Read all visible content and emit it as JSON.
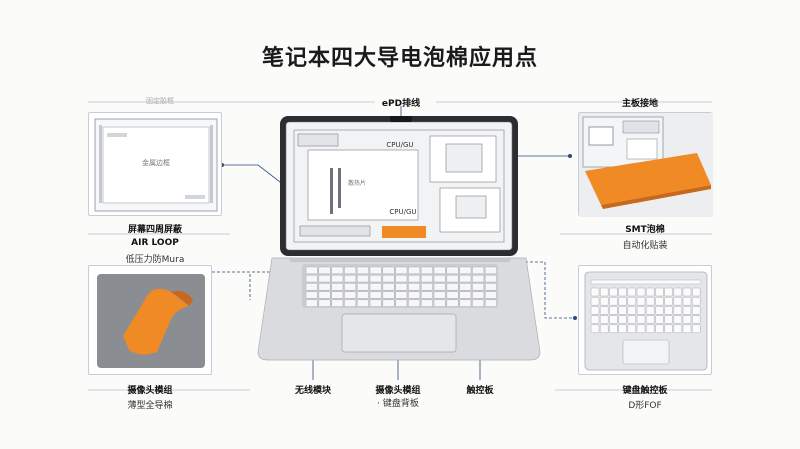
{
  "title": "笔记本四大导电泡棉应用点",
  "top_left_faint": "固定胶框",
  "panel_screen_center": "金属边框",
  "labels": {
    "epd": "ePD排线",
    "board_ground": "主板接地",
    "screen_shield": "屏幕四周屏蔽",
    "air_loop": "AIR LOOP",
    "anti_mura": "低压力防Mura",
    "smt_foam": "SMT泡棉",
    "auto_mount": "自动化贴装",
    "camera_module": "摄像头模组",
    "thin_foam": "薄型全导棉",
    "wireless": "无线模块",
    "camera_module2": "摄像头模组",
    "keyboard_back": "· 键盘背板",
    "touchpad": "触控板",
    "kb_touch": "键盘触控板",
    "d_fof": "D形FOF"
  },
  "chip_labels": {
    "cpu_top": "CPU/GU",
    "cpu_bottom": "CPU/GU",
    "middle": "散热片"
  },
  "colors": {
    "accent": "#f08a24",
    "leader": "#2b4a7a",
    "chassis": "#d9dbde",
    "panel_border": "#c8ccd4"
  }
}
